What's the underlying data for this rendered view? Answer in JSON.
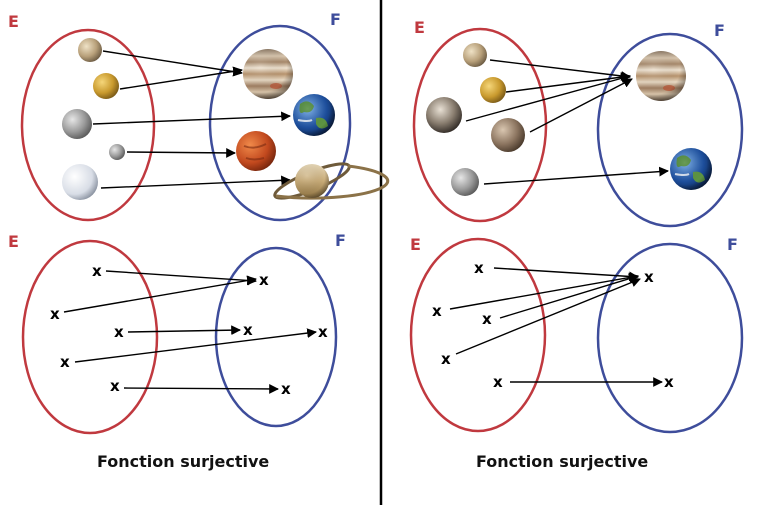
{
  "colors": {
    "set_e": "#c0393f",
    "set_f": "#3e4d9b",
    "arrow": "#000000",
    "divider": "#000000"
  },
  "labels": {
    "e": "E",
    "f": "F",
    "x": "x"
  },
  "captions": {
    "left": "Fonction surjective",
    "right": "Fonction surjective"
  },
  "icons": {
    "moon": "moon-icon",
    "jupiter": "jupiter-icon",
    "earth": "earth-icon",
    "mars": "mars-icon",
    "saturn": "saturn-icon"
  }
}
